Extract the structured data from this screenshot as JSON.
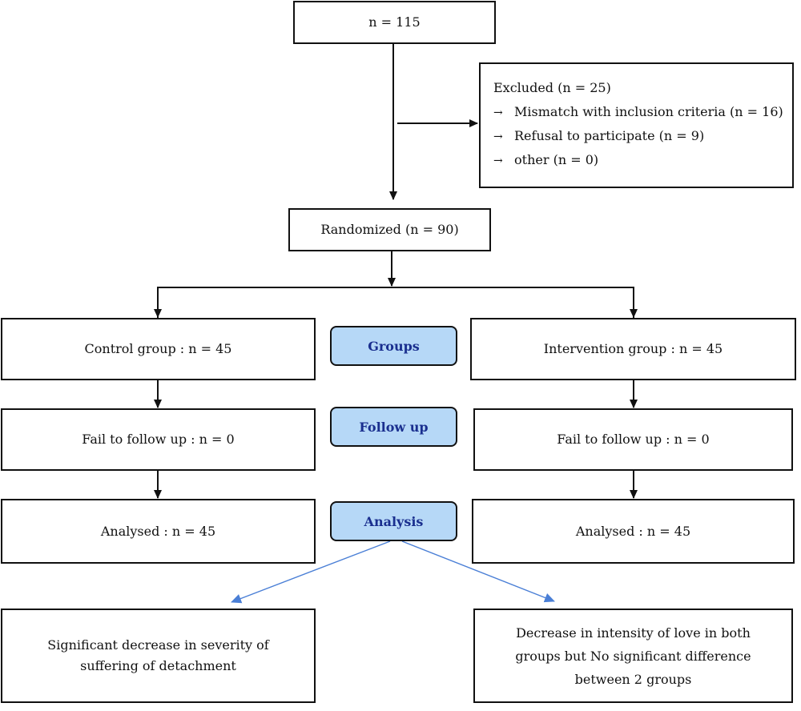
{
  "enrollment": {
    "text": "n = 115"
  },
  "excluded": {
    "title": "Excluded (n =  25)",
    "items": [
      {
        "icon": "right-arrow-icon",
        "text": "Mismatch with inclusion criteria (n = 16)"
      },
      {
        "icon": "right-arrow-icon",
        "text": "Refusal to participate (n = 9)"
      },
      {
        "icon": "right-arrow-icon",
        "text": "other (n = 0)"
      }
    ]
  },
  "randomized": {
    "text": "Randomized (n = 90)"
  },
  "stages": {
    "groups": "Groups",
    "follow_up": "Follow up",
    "analysis": "Analysis"
  },
  "control": {
    "group": "Control group : n = 45",
    "follow_up": "Fail to follow up : n = 0",
    "analysed": "Analysed : n = 45",
    "outcome_line1": "Significant decrease in severity of",
    "outcome_line2": "suffering of detachment"
  },
  "intervention": {
    "group": "Intervention group : n = 45",
    "follow_up": "Fail to follow up : n = 0",
    "analysed": "Analysed : n = 45",
    "outcome_line1": "Decrease in intensity of love in both",
    "outcome_line2": "groups but No significant difference",
    "outcome_line3": "between 2 groups"
  },
  "colors": {
    "stage_fill": "#b6d8f7",
    "stage_text": "#1a2f8f",
    "outcome_arrow": "#4a7fd6"
  }
}
